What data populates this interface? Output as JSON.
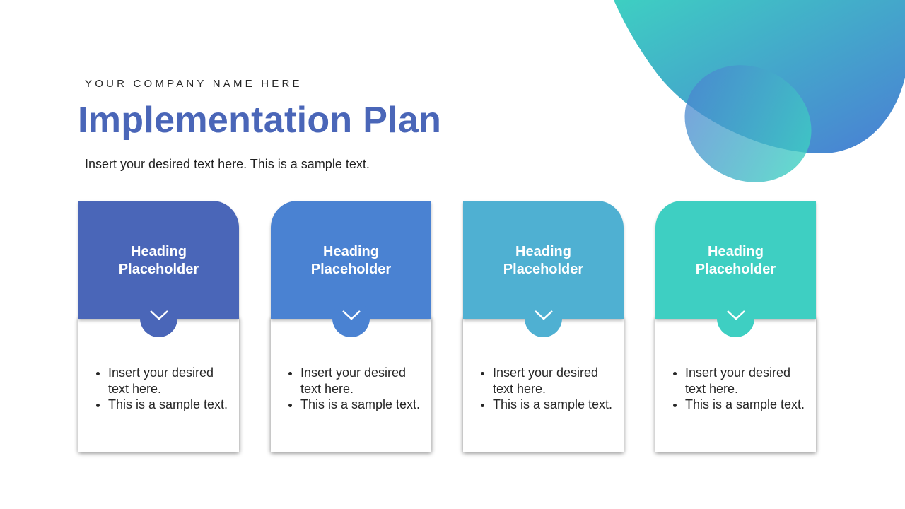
{
  "header": {
    "company": "YOUR COMPANY NAME HERE",
    "title": "Implementation Plan",
    "subtitle": "Insert your desired text here. This is a sample text."
  },
  "colors": {
    "title": "#4a66b8",
    "card1": "#4a66b8",
    "card2": "#4a82d2",
    "card3": "#4fb0d2",
    "card4": "#3ecfc2",
    "blob_gradient_start": "#3ecfc2",
    "blob_gradient_end": "#4a7ed4"
  },
  "cards": [
    {
      "heading_line1": "Heading",
      "heading_line2": "Placeholder",
      "icon": "chevron-down-icon",
      "bullets": [
        "Insert your desired text here.",
        "This is a sample text."
      ]
    },
    {
      "heading_line1": "Heading",
      "heading_line2": "Placeholder",
      "icon": "chevron-down-icon",
      "bullets": [
        "Insert your desired text here.",
        "This is a sample text."
      ]
    },
    {
      "heading_line1": "Heading",
      "heading_line2": "Placeholder",
      "icon": "chevron-down-icon",
      "bullets": [
        "Insert your desired text here.",
        "This is a sample text."
      ]
    },
    {
      "heading_line1": "Heading",
      "heading_line2": "Placeholder",
      "icon": "chevron-down-icon",
      "bullets": [
        "Insert your desired text here.",
        "This is a sample text."
      ]
    }
  ]
}
